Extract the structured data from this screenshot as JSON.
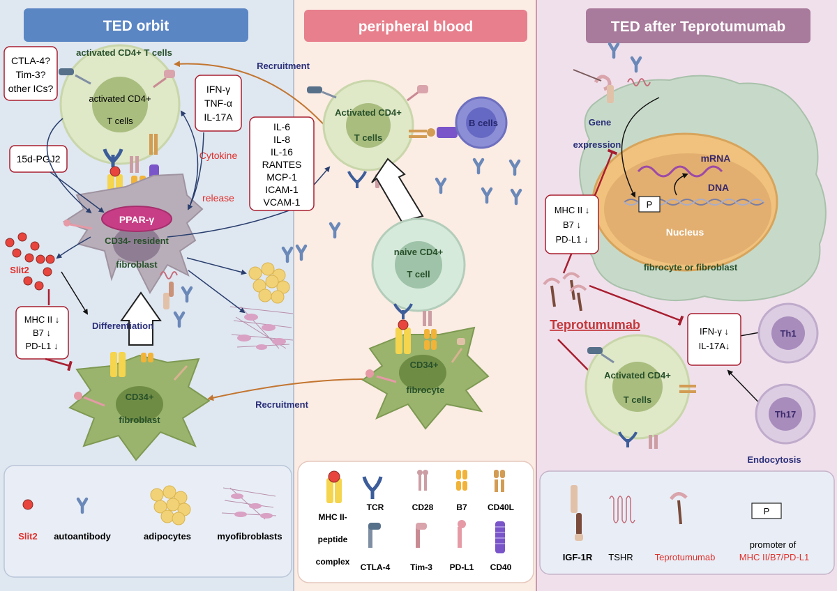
{
  "panels": {
    "left_title": "TED orbit",
    "middle_title": "peripheral blood",
    "right_title": "TED after Teprotumumab"
  },
  "colors": {
    "left_bg": "#dfe7f1",
    "middle_bg": "#fbece4",
    "right_bg": "#f0e0ec",
    "left_header": "#5b86c4",
    "middle_header": "#e77f8c",
    "right_header": "#a87a9b",
    "cd4_cell": "#dfe8c7",
    "fibroblast": "#9ab46d",
    "resident_fibro": "#b8aeb9",
    "b_cell": "#8d8fd6",
    "nucleus": "#f1c27d",
    "red_text": "#e0302b",
    "navy_text": "#2a2f79",
    "green_text": "#27502a"
  },
  "left": {
    "ics_box": [
      "CTLA-4?",
      "Tim-3?",
      "other ICs?"
    ],
    "activated_header": "activated CD4+ T cells",
    "activated_cell": [
      "activated CD4+",
      "T cells"
    ],
    "cytokines_box": [
      "IFN-γ",
      "TNF-α",
      "IL-17A"
    ],
    "pgj2": "15d-PGJ2",
    "cytokine_release": [
      "Cytokine",
      "release"
    ],
    "ppar": "PPAR-γ",
    "resident": [
      "CD34- resident",
      "fibroblast"
    ],
    "slit2": "Slit2",
    "mhc_box": [
      "MHC II ↓",
      "B7 ↓",
      "PD-L1 ↓"
    ],
    "differentiation": "Differentiation",
    "cd34_fibroblast": [
      "CD34+",
      "fibroblast"
    ]
  },
  "middle": {
    "recruitment_top": "Recruitment",
    "recruitment_bottom": "Recruitment",
    "activated_cell": [
      "Activated CD4+",
      "T cells"
    ],
    "b_cells": "B cells",
    "secreted_box": [
      "IL-6",
      "IL-8",
      "IL-16",
      "RANTES",
      "MCP-1",
      "ICAM-1",
      "VCAM-1"
    ],
    "naive_cell": [
      "naive CD4+",
      "T cell"
    ],
    "fibrocyte": [
      "CD34+",
      "fibrocyte"
    ]
  },
  "right": {
    "gene_expression": [
      "Gene",
      "expression"
    ],
    "mrna": "mRNA",
    "dna": "DNA",
    "promoter": "P",
    "nucleus": "Nucleus",
    "fibrocyte_label": "fibrocyte or fibroblast",
    "mhc_box": [
      "MHC II ↓",
      "B7 ↓",
      "PD-L1 ↓"
    ],
    "teprotumumab": "Teprotumumab",
    "ifn_box": [
      "IFN-γ ↓",
      "IL-17A↓"
    ],
    "th1": "Th1",
    "th17": "Th17",
    "activated_cell": [
      "Activated CD4+",
      "T cells"
    ],
    "endocytosis": "Endocytosis"
  },
  "legend": {
    "left": {
      "slit2": "Slit2",
      "autoantibody": "autoantibody",
      "adipocytes": "adipocytes",
      "myofibroblasts": "myofibroblasts"
    },
    "middle": {
      "mhc": [
        "MHC II-",
        "peptide",
        "complex"
      ],
      "tcr": "TCR",
      "cd28": "CD28",
      "b7": "B7",
      "cd40l": "CD40L",
      "ctla4": "CTLA-4",
      "tim3": "Tim-3",
      "pdl1": "PD-L1",
      "cd40": "CD40"
    },
    "right": {
      "igf1r": "IGF-1R",
      "tshr": "TSHR",
      "tepro": "Teprotumumab",
      "promoter_box": "P",
      "promoter_label": "promoter of",
      "promoter_target": "MHC II/B7/PD-L1"
    }
  }
}
